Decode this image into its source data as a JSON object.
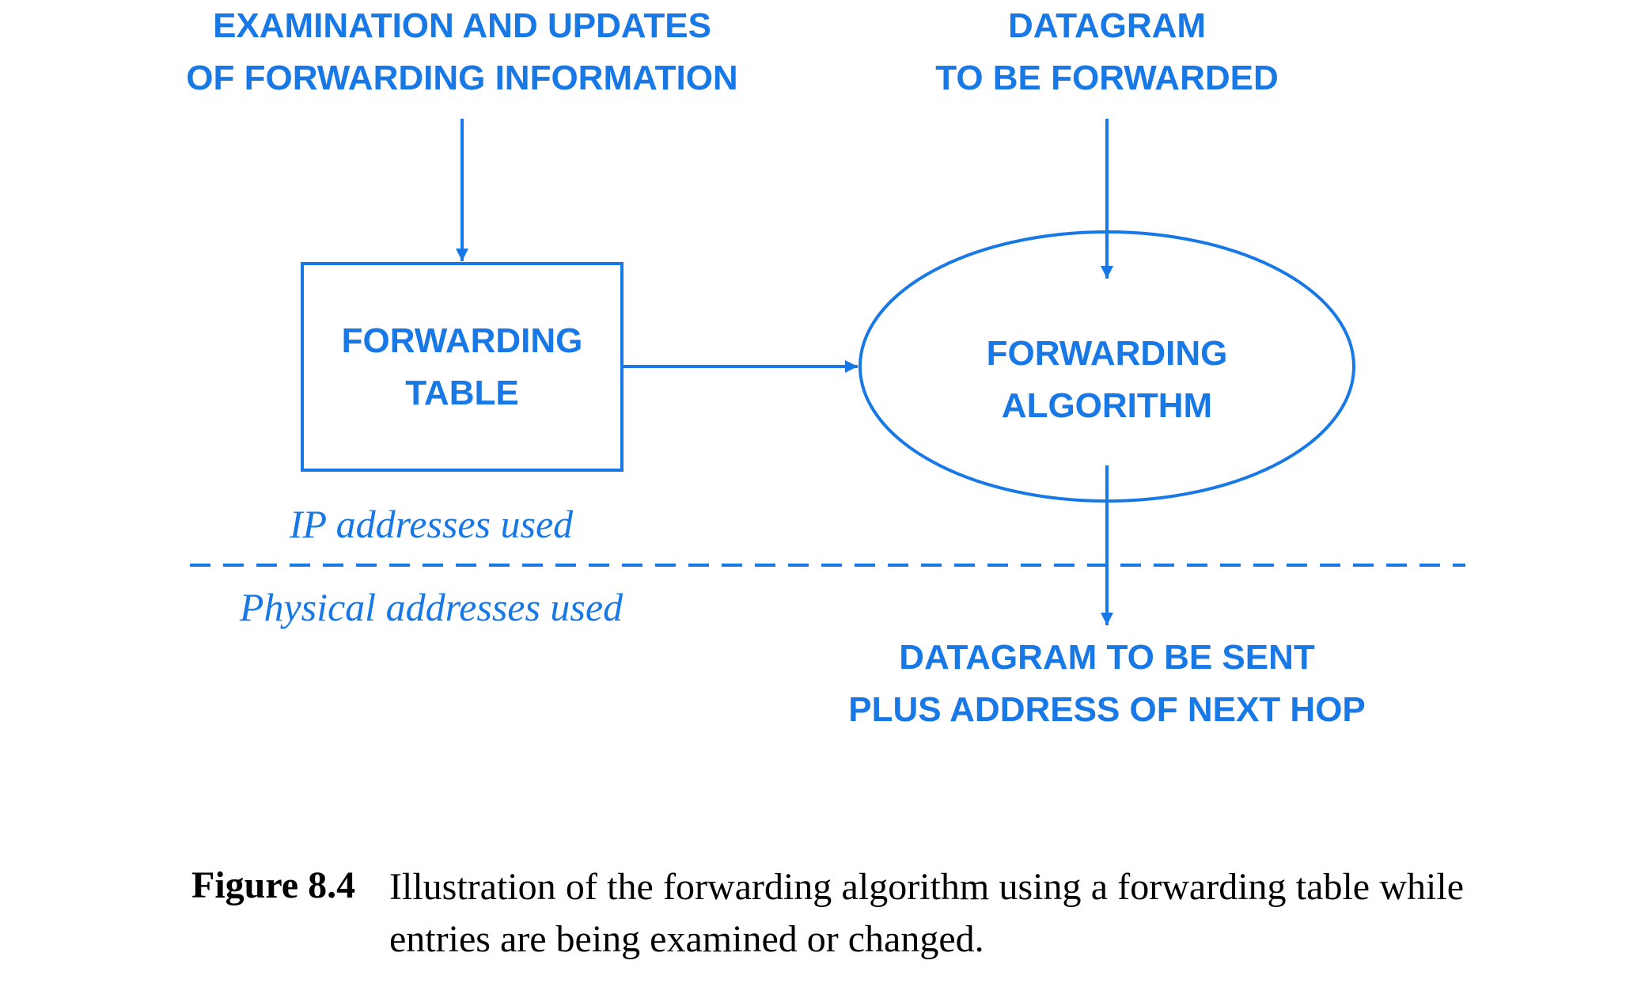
{
  "colors": {
    "diagram": "#1778e6",
    "caption": "#000000"
  },
  "labels": {
    "top_left_line1": "EXAMINATION AND UPDATES",
    "top_left_line2": "OF FORWARDING INFORMATION",
    "top_right_line1": "DATAGRAM",
    "top_right_line2": "TO BE FORWARDED",
    "box_line1": "FORWARDING",
    "box_line2": "TABLE",
    "ellipse_line1": "FORWARDING",
    "ellipse_line2": "ALGORITHM",
    "bottom_line1": "DATAGRAM TO BE SENT",
    "bottom_line2": "PLUS ADDRESS OF NEXT HOP",
    "ip_used": "IP addresses used",
    "physical_used": "Physical addresses used"
  },
  "caption": {
    "number": "Figure 8.4",
    "text": "Illustration of the forwarding algorithm using a forwarding table while entries are being examined or changed."
  }
}
